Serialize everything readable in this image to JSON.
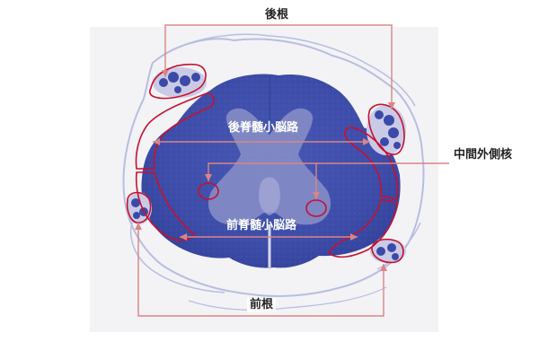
{
  "labels": {
    "dorsal_root": "後根",
    "ventral_root": "前根",
    "dorsal_spinocerebellar_tract": "後脊髄小脳路",
    "ventral_spinocerebellar_tract": "前脊髄小脳路",
    "intermediolateral_nucleus": "中間外側核"
  },
  "colors": {
    "annotation_red": "#c8102e",
    "annotation_pink": "#d98585",
    "stain_purple": "#3b4aa8",
    "gray_matter": "#8a8fc8",
    "pia_lavender": "#b9bde0",
    "photo_bg": "#f3f3f6"
  }
}
